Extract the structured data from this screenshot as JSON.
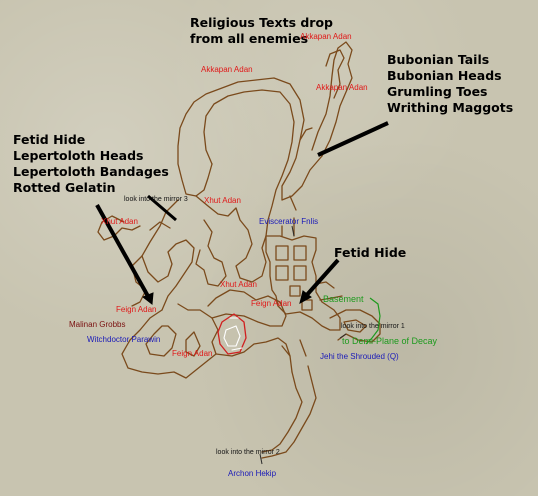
{
  "colors": {
    "background": "#c8c4b0",
    "wall": "#7a4a1c",
    "npc": "#e01818",
    "named_npc": "#1a1ab8",
    "zone_line": "#1e9a1e",
    "annotation": "#000000"
  },
  "annotations": {
    "religious_texts": [
      "Religious Texts drop",
      "from all enemies"
    ],
    "bubonian_drops": [
      "Bubonian Tails",
      "Bubonian Heads",
      "Grumling Toes",
      "Writhing Maggots"
    ],
    "left_drops": [
      "Fetid Hide",
      "Lepertoloth Heads",
      "Lepertoloth Bandages",
      "Rotted Gelatin"
    ],
    "fetid_hide": "Fetid Hide"
  },
  "labels": {
    "akkapan_adan_top": "Akkapan Adan",
    "akkapan_adan_left": "Akkapan Adan",
    "akkapan_adan_right": "Akkapan Adan",
    "look_mirror_3": "look into the mirror 3",
    "xhut_adan_1": "Xhut Adan",
    "xhut_adan_2": "Xhut Adan",
    "xhut_adan_3": "Xhut Adan",
    "eviscerator_fnlis": "Eviscerator Fnlis",
    "basement": "Basement",
    "feign_adan_1": "Feign Adan",
    "feign_adan_2": "Feign Adan",
    "feign_adan_3": "Feign Adan",
    "malinan_grobbs": "Malinan Grobbs",
    "witchdoctor_parawin": "Witchdoctor Parawin",
    "look_mirror_1": "look into the mirror 1",
    "demi_plane": "to Demi-Plane of Decay",
    "jehi": "Jehi the Shrouded (Q)",
    "look_mirror_2": "look into the mirror 2",
    "archon_hekip": "Archon Hekip"
  }
}
